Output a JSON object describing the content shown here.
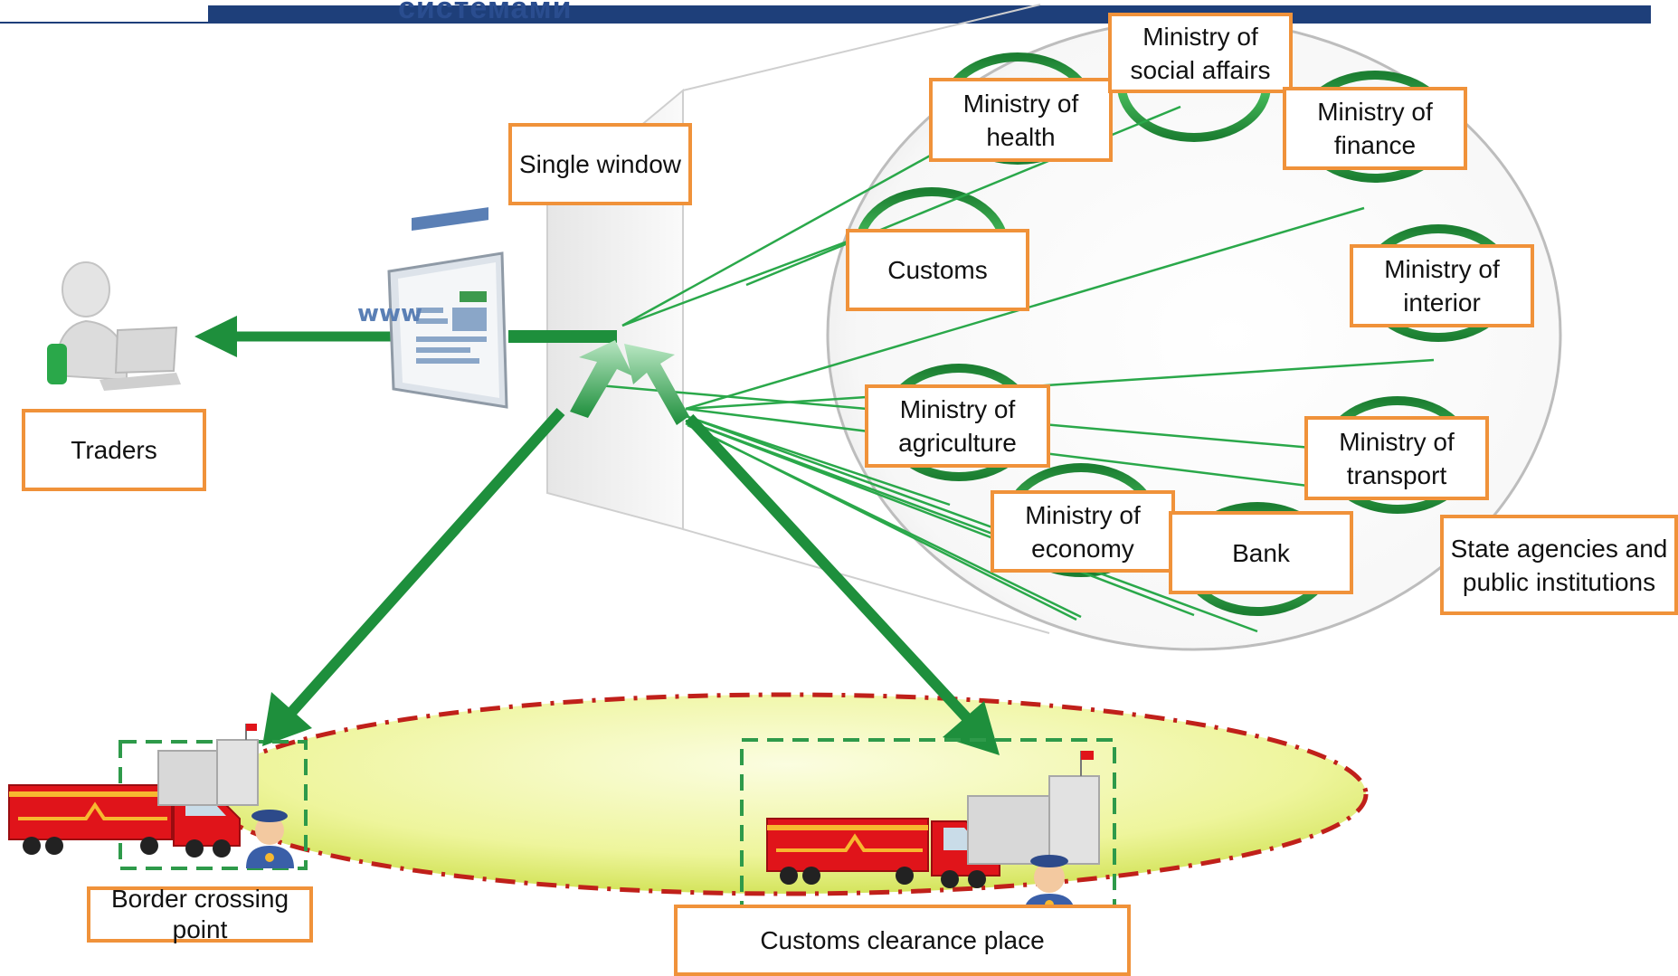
{
  "header": {
    "title_fragment": "системами",
    "colors": {
      "bar": "#1e3f7a",
      "text": "#2a4d8f"
    }
  },
  "colors": {
    "label_border": "#f0923a",
    "arrow_green": "#1e8f3c",
    "connector_green": "#2aa84a",
    "ring_green": "#22a040",
    "zone_fill": "#f2f7a8",
    "zone_outline": "#c0201a",
    "dashed_box": "#2e9a4a",
    "truck_red": "#e0141a"
  },
  "icons": [
    "person-at-laptop-icon",
    "www-browser-monitor-icon",
    "truck-icon",
    "customs-building-icon",
    "customs-officer-icon"
  ],
  "labels": {
    "single_window": "Single window",
    "traders": "Traders",
    "customs": "Customs",
    "health": "Ministry of\nhealth",
    "social": "Ministry of\nsocial affairs",
    "finance": "Ministry of\nfinance",
    "interior": "Ministry of\ninterior",
    "agriculture": "Ministry of\nagriculture",
    "transport": "Ministry of\ntransport",
    "economy": "Ministry of\neconomy",
    "bank": "Bank",
    "state_agencies": "State agencies and\npublic institutions",
    "border_crossing": "Border crossing\npoint",
    "clearance_place": "Customs clearance place"
  },
  "www_text": "www"
}
